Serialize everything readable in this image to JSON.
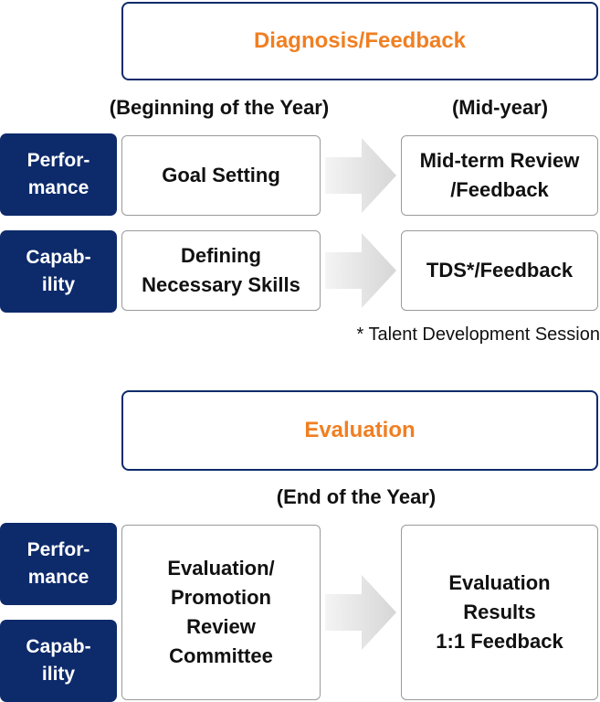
{
  "diagnosis": {
    "title": "Diagnosis/Feedback",
    "period_start": "(Beginning of the Year)",
    "period_mid": "(Mid-year)",
    "rows": [
      {
        "label": "Perfor-\nmance",
        "start": "Goal Setting",
        "mid": "Mid-term Review\n/Feedback"
      },
      {
        "label": "Capab-\nility",
        "start": "Defining\nNecessary Skills",
        "mid": "TDS*/Feedback"
      }
    ],
    "footnote": "* Talent Development Session"
  },
  "evaluation": {
    "title": "Evaluation",
    "period": "(End of the Year)",
    "labels": [
      "Perfor-\nmance",
      "Capab-\nility"
    ],
    "committee": "Evaluation/\nPromotion\nReview\nCommittee",
    "results": "Evaluation\nResults\n1:1 Feedback"
  },
  "colors": {
    "title_orange": "#f07f22",
    "navy": "#0d2a6b",
    "box_border": "#9a9a9a",
    "arrow_gray": "#d9d9d9"
  },
  "icons": [
    "arrow-right-icon"
  ]
}
